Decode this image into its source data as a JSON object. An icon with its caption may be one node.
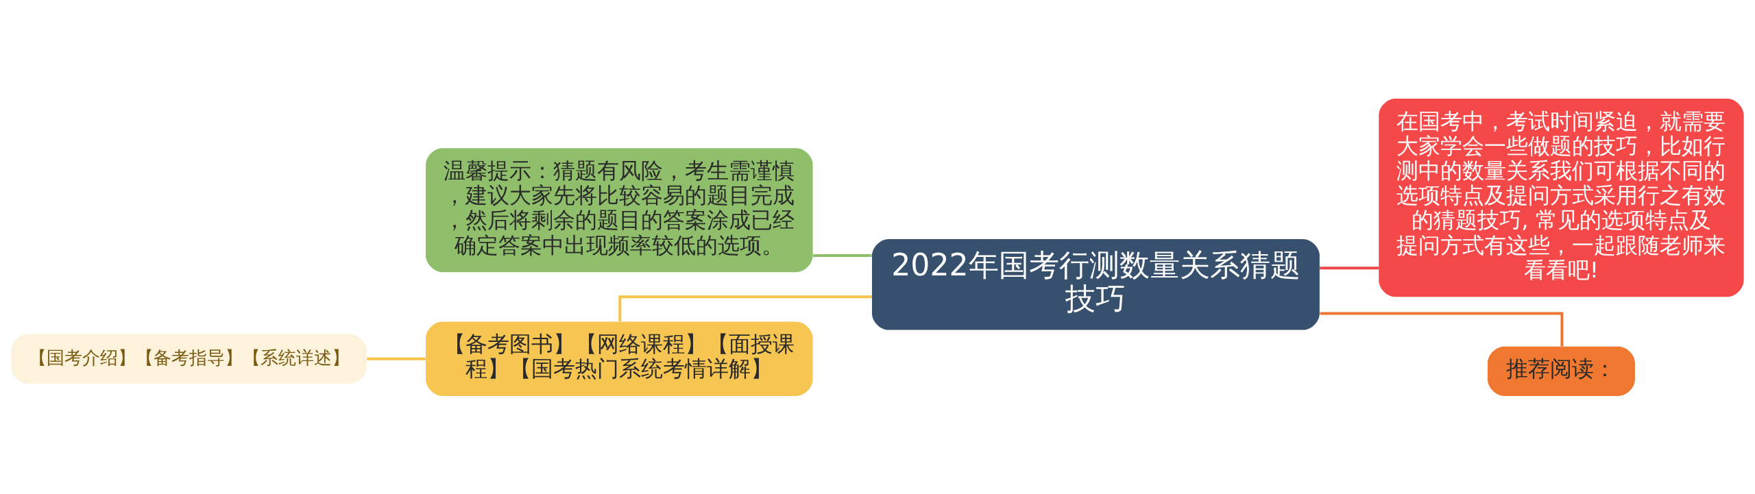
{
  "diagram": {
    "nodes": [
      {
        "text": [
          "2022年国考行测数量关系猜题技巧"
        ]
      },
      {
        "text": [
          "温馨提示：猜题有风险，考生需谨慎，建议大家先将比较容易的题目完成，然后将剩余的题目的答案涂成已经确定答案中出现频率较低的选项。"
        ]
      },
      {
        "text": [
          "【备考图书】【网络课程】【面授课程】【国考热门系统考情详解】"
        ]
      },
      {
        "text": [
          "【国考介绍】【备考指导】【系统详述】"
        ]
      },
      {
        "text": [
          "在国考中，考试时间紧迫，就需要大家学会一些做题的技巧，比如行测中的数量关系我们可根据不同的选项特点及提问方式采用行之有效的猜题技巧, 常见的选项特点及提问方式有这些，一起跟随老师来看看吧!"
        ]
      },
      {
        "text": [
          "推荐阅读："
        ]
      }
    ],
    "edges": [
      {
        "from": 0,
        "to": 1,
        "arrow": "none",
        "color": "#8fbf6a"
      },
      {
        "from": 0,
        "to": 2,
        "arrow": "none",
        "color": "#f5c24a"
      },
      {
        "from": 2,
        "to": 3,
        "arrow": "none",
        "color": "#f5c24a"
      },
      {
        "from": 0,
        "to": 4,
        "arrow": "none",
        "color": "#f04848"
      },
      {
        "from": 0,
        "to": 5,
        "arrow": "none",
        "color": "#ef7430"
      }
    ]
  }
}
